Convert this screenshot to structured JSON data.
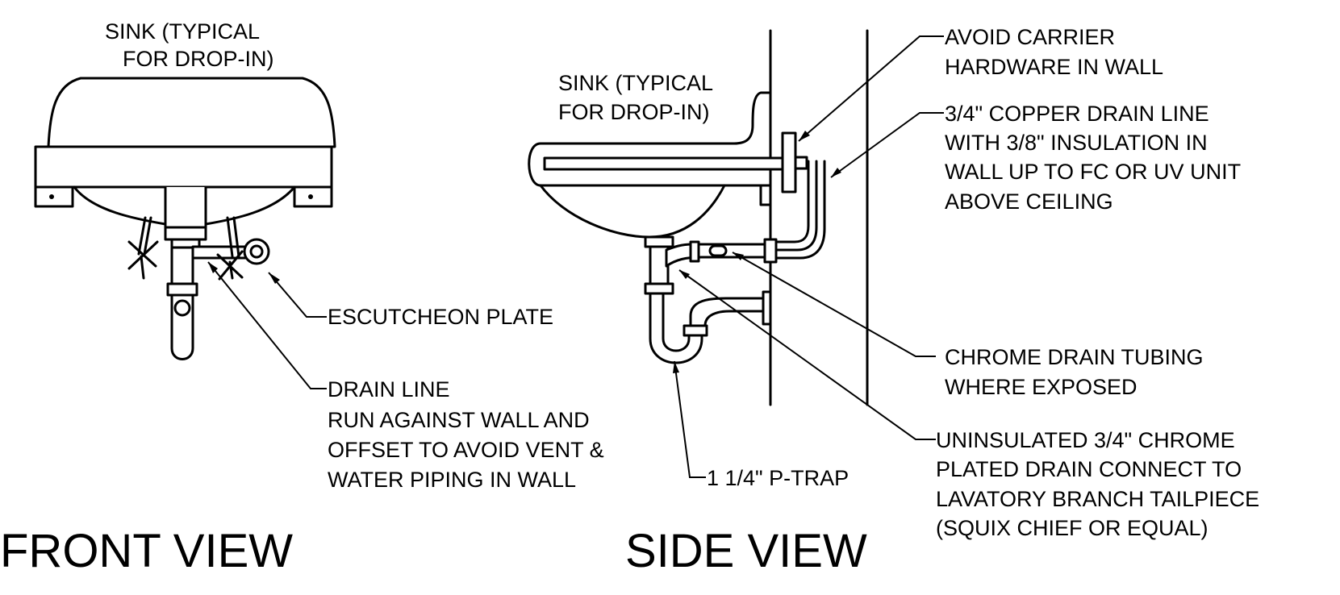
{
  "front": {
    "sink_label": [
      "SINK (TYPICAL",
      "FOR DROP-IN)"
    ],
    "escutcheon_label": "ESCUTCHEON PLATE",
    "drain_label": [
      "DRAIN LINE",
      "RUN AGAINST WALL AND",
      "OFFSET TO AVOID VENT &",
      "WATER PIPING IN WALL"
    ],
    "title": "FRONT VIEW"
  },
  "side": {
    "sink_label": [
      "SINK (TYPICAL",
      "FOR DROP-IN)"
    ],
    "carrier_label": [
      "AVOID CARRIER",
      "HARDWARE IN WALL"
    ],
    "copper_label": [
      "3/4\" COPPER DRAIN LINE",
      "WITH 3/8\" INSULATION IN",
      "WALL UP TO FC OR UV UNIT",
      "ABOVE CEILING"
    ],
    "chrome_label": [
      "CHROME DRAIN TUBING",
      "WHERE EXPOSED"
    ],
    "uninsulated_label": [
      "UNINSULATED 3/4\" CHROME",
      "PLATED DRAIN CONNECT TO",
      "LAVATORY BRANCH TAILPIECE",
      "(SQUIX CHIEF OR EQUAL)"
    ],
    "ptrap_label": "1 1/4\" P-TRAP",
    "title": "SIDE VIEW"
  }
}
